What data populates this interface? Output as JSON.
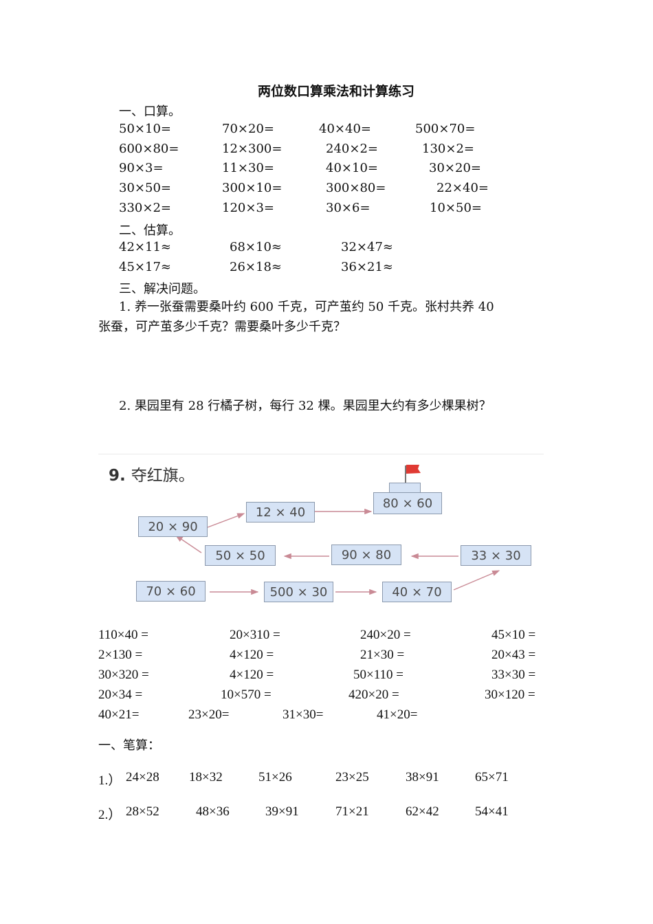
{
  "title": "两位数口算乘法和计算练习",
  "section1": {
    "heading": "一、口算。",
    "rows": [
      [
        "50×10=",
        "70×20=",
        "40×40=",
        "500×70="
      ],
      [
        "600×80=",
        "12×300=",
        "240×2=",
        "130×2="
      ],
      [
        "90×3=",
        "11×30=",
        "40×10=",
        "30×20="
      ],
      [
        "30×50=",
        "300×10=",
        "300×80=",
        "22×40="
      ],
      [
        "330×2=",
        "120×3=",
        "30×6=",
        "10×50="
      ]
    ]
  },
  "section2": {
    "heading": "二、估算。",
    "rows": [
      [
        "42×11≈",
        "68×10≈",
        "32×47≈"
      ],
      [
        "45×17≈",
        "26×18≈",
        "36×21≈"
      ]
    ]
  },
  "section3": {
    "heading": "三、解决问题。",
    "problem1_line1": "1. 养一张蚕需要桑叶约 600 千克，可产茧约 50 千克。张村共养 40",
    "problem1_line2": "张蚕，可产茧多少千克？需要桑叶多少千克？",
    "problem2": "2. 果园里有 28 行橘子树，每行 32 棵。果园里大约有多少棵果树？"
  },
  "diagram": {
    "number": "9.",
    "heading": "夺红旗。",
    "flag_color": "#e03a33",
    "box_color": "#d6e3f5",
    "arrow_color": "#c98a95",
    "boxes": {
      "b1": "70 × 60",
      "b2": "500 × 30",
      "b3": "40 × 70",
      "b4": "33 × 30",
      "b5": "90 × 80",
      "b6": "50 × 50",
      "b7": "20 × 90",
      "b8": "12 × 40",
      "b9": "80 × 60"
    }
  },
  "section4": {
    "rows": [
      [
        "110×40 =",
        "20×310 =",
        "240×20 =",
        "45×10 ="
      ],
      [
        "2×130 =",
        "4×120 =",
        "21×30 =",
        "20×43 ="
      ],
      [
        "30×320 =",
        "4×120 =",
        "50×110 =",
        "33×30 ="
      ],
      [
        "20×34 =",
        "10×570 =",
        "420×20 =",
        "30×120 ="
      ],
      [
        "40×21=",
        "23×20=",
        "31×30=",
        "41×20="
      ]
    ]
  },
  "section5": {
    "heading": "一、笔算：",
    "rows": [
      {
        "label": "1.）",
        "items": [
          "24×28",
          "18×32",
          "51×26",
          "23×25",
          "38×91",
          "65×71"
        ]
      },
      {
        "label": "2.）",
        "items": [
          "28×52",
          "48×36",
          "39×91",
          "71×21",
          "62×42",
          "54×41"
        ]
      }
    ]
  }
}
